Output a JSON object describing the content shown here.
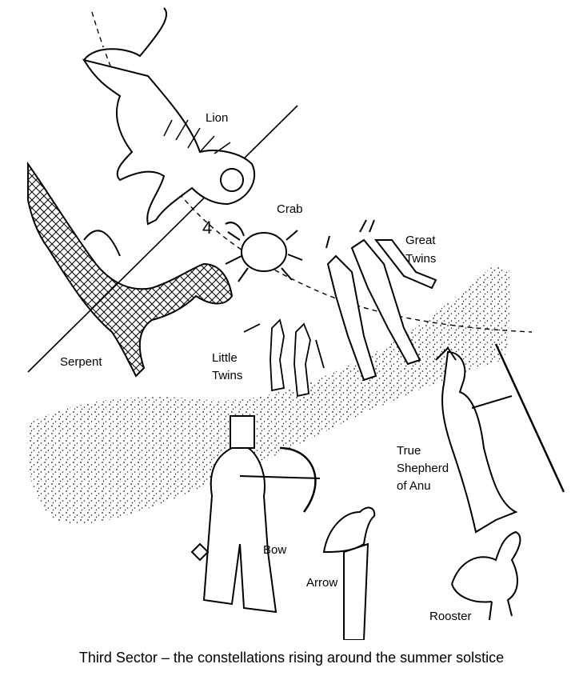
{
  "labels": {
    "lion": "Lion",
    "crab": "Crab",
    "great_twins": [
      "Great",
      "Twins"
    ],
    "serpent": "Serpent",
    "little_twins": [
      "Little",
      "Twins"
    ],
    "true_shepherd": [
      "True",
      "Shepherd",
      "of Anu"
    ],
    "bow": "Bow",
    "arrow": "Arrow",
    "rooster": "Rooster"
  },
  "caption": "Third Sector – the constellations rising around the summer solstice"
}
